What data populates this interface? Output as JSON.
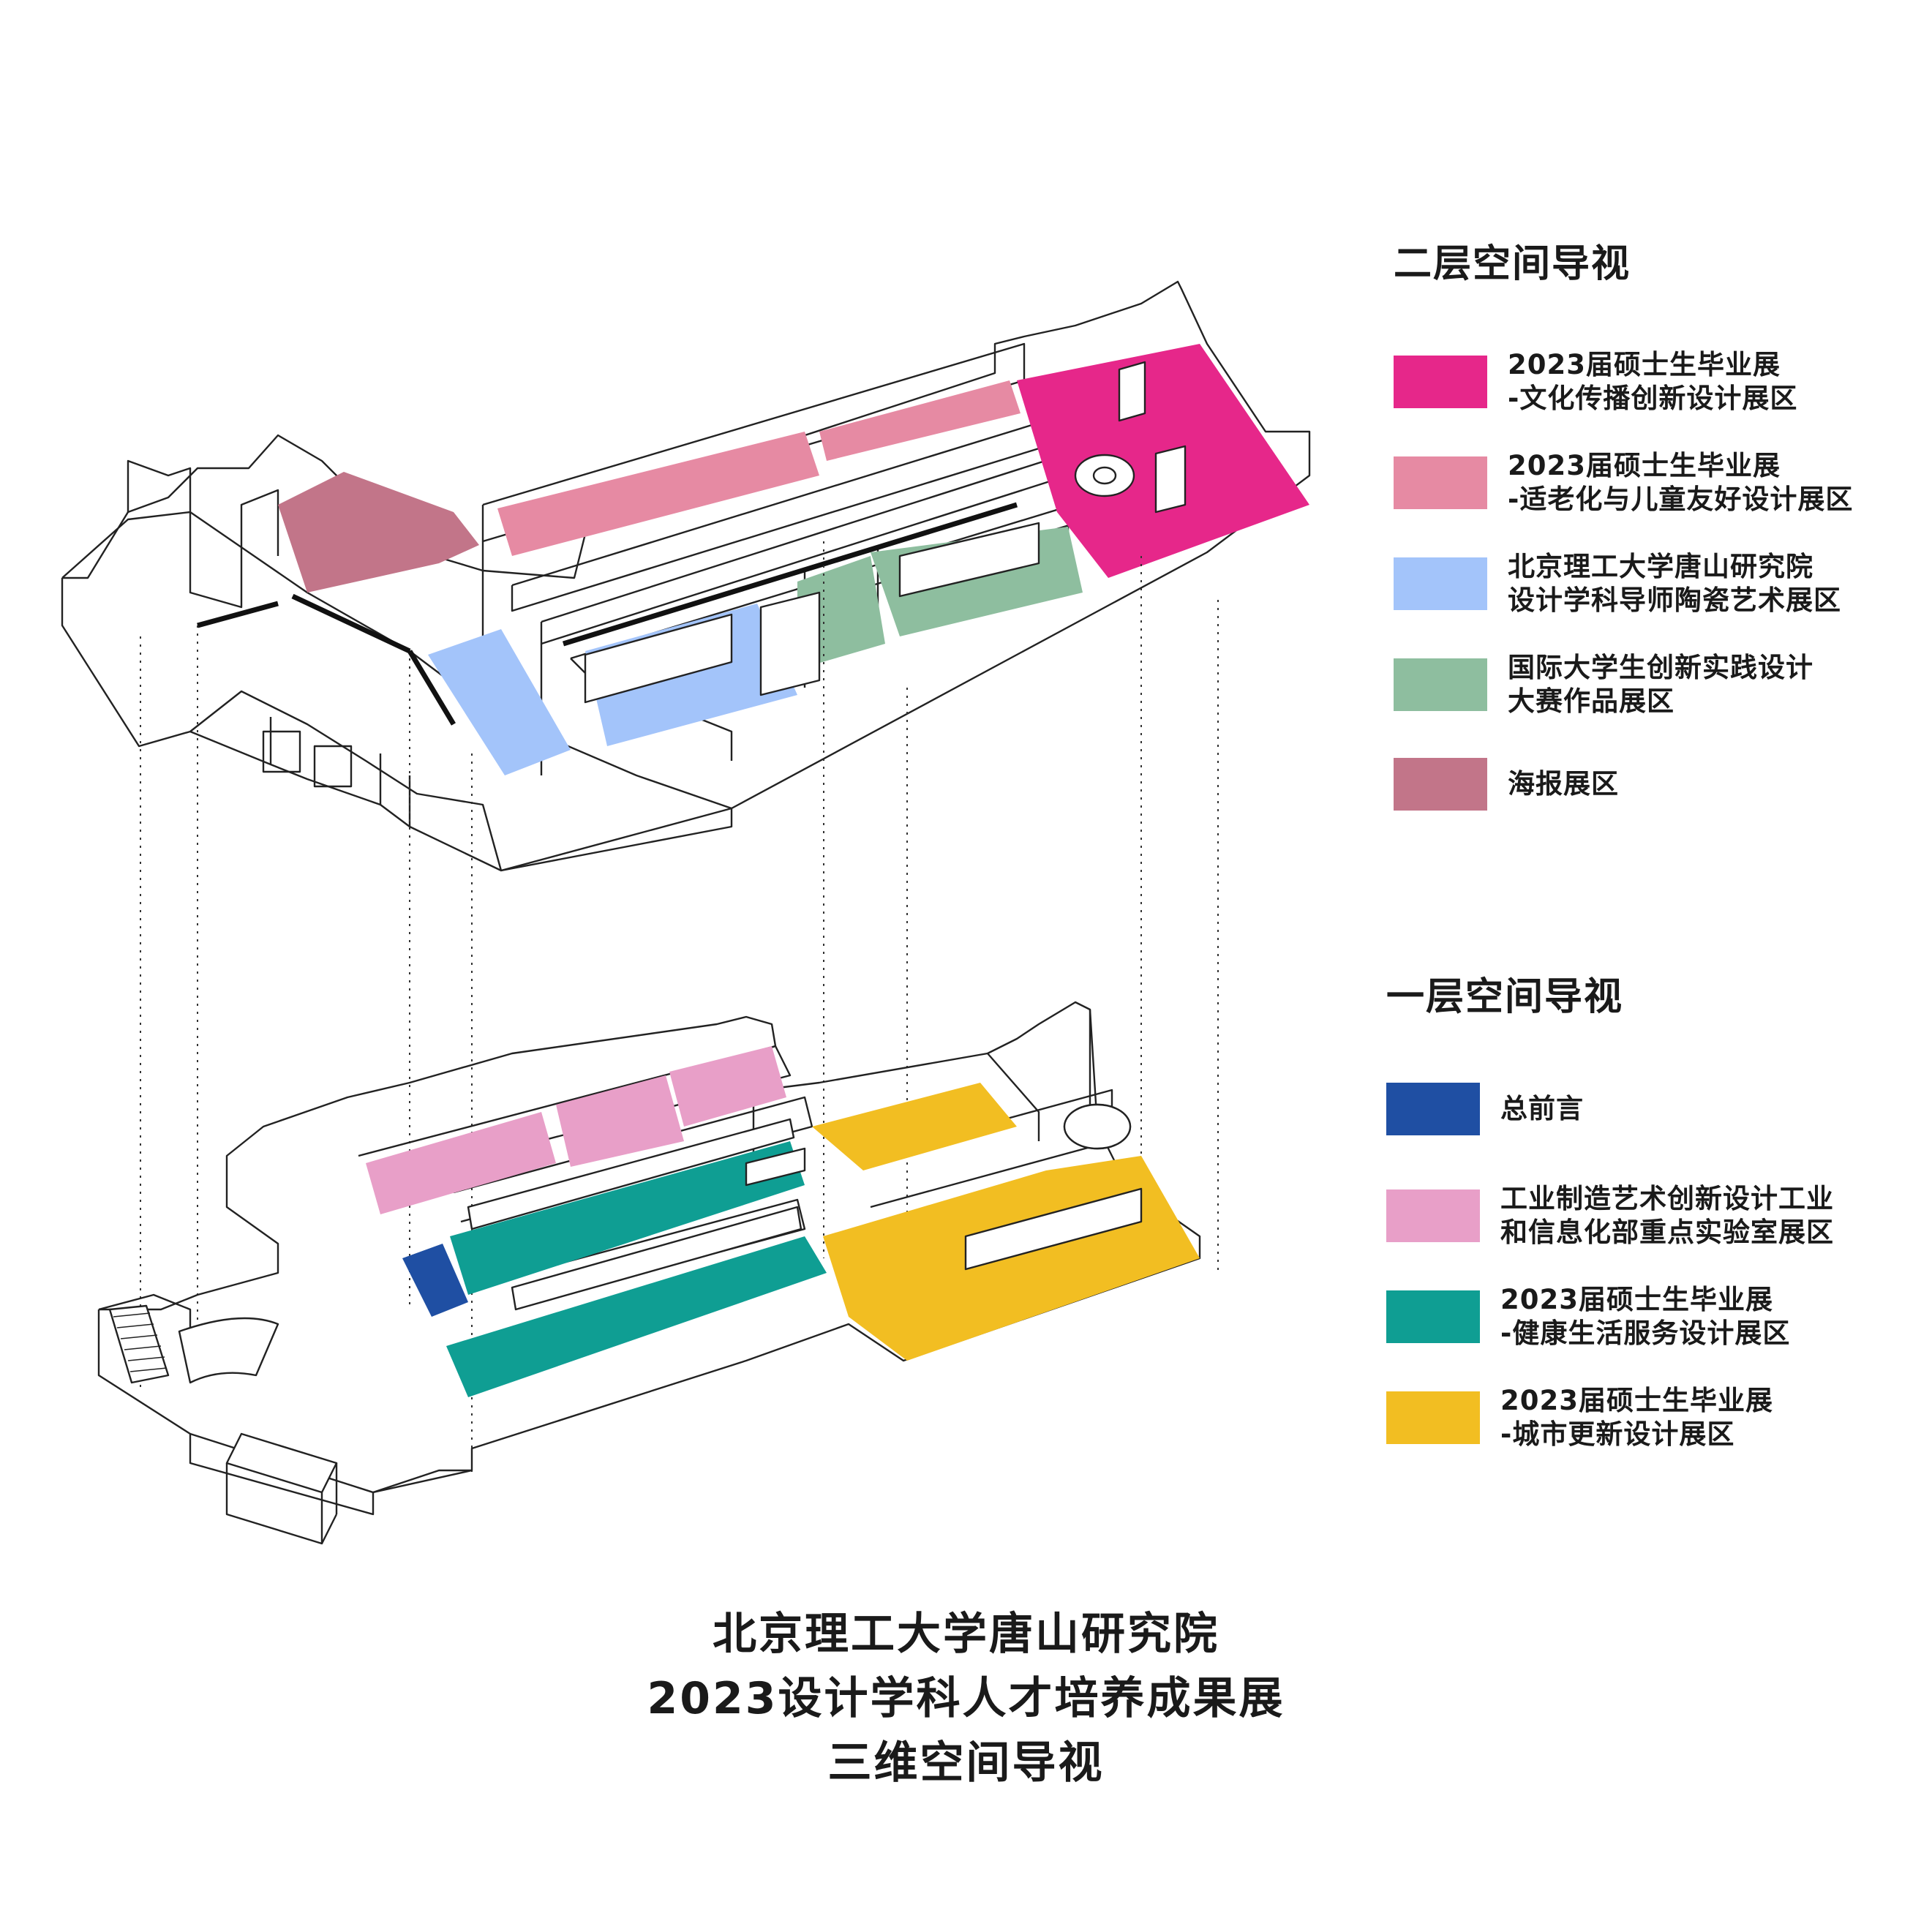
{
  "upper_floor": {
    "heading": "二层空间导视",
    "items": [
      {
        "color": "#E6278A",
        "line1": "2023届硕士生毕业展",
        "line2": "-文化传播创新设计展区"
      },
      {
        "color": "#E68AA3",
        "line1": "2023届硕士生毕业展",
        "line2": "-适老化与儿童友好设计展区"
      },
      {
        "color": "#A3C4FA",
        "line1": "北京理工大学唐山研究院",
        "line2": "设计学科导师陶瓷艺术展区"
      },
      {
        "color": "#8EBE9F",
        "line1": "国际大学生创新实践设计",
        "line2": "大赛作品展区"
      },
      {
        "color": "#C27589",
        "line1": "海报展区",
        "line2": ""
      }
    ]
  },
  "lower_floor": {
    "heading": "一层空间导视",
    "items": [
      {
        "color": "#1F4FA3",
        "line1": "总前言",
        "line2": ""
      },
      {
        "color": "#E89FC8",
        "line1": "工业制造艺术创新设计工业",
        "line2": "和信息化部重点实验室展区"
      },
      {
        "color": "#0F9E93",
        "line1": "2023届硕士生毕业展",
        "line2": "-健康生活服务设计展区"
      },
      {
        "color": "#F2BE22",
        "line1": "2023届硕士生毕业展",
        "line2": "-城市更新设计展区"
      }
    ]
  },
  "caption": {
    "line1": "北京理工大学唐山研究院",
    "line2": "2023设计学科人才培养成果展",
    "line3": "三维空间导视"
  }
}
